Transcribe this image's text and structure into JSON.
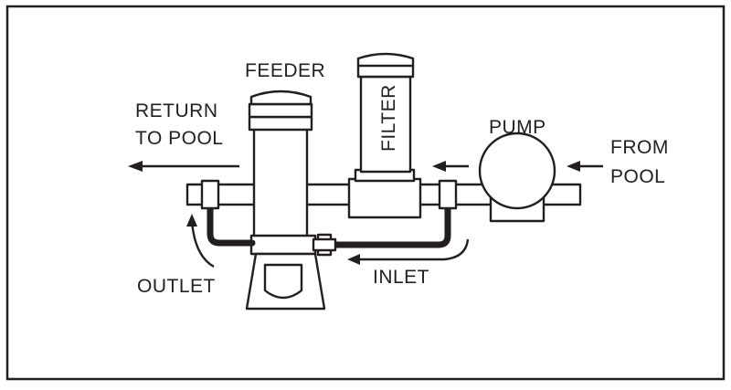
{
  "labels": {
    "feeder": "FEEDER",
    "filter": "FILTER",
    "pump": "PUMP",
    "return_line1": "RETURN",
    "return_line2": "TO POOL",
    "from_line1": "FROM",
    "from_line2": "POOL",
    "outlet": "OUTLET",
    "inlet": "INLET"
  },
  "colors": {
    "ink": "#231f20",
    "background": "#ffffff"
  }
}
